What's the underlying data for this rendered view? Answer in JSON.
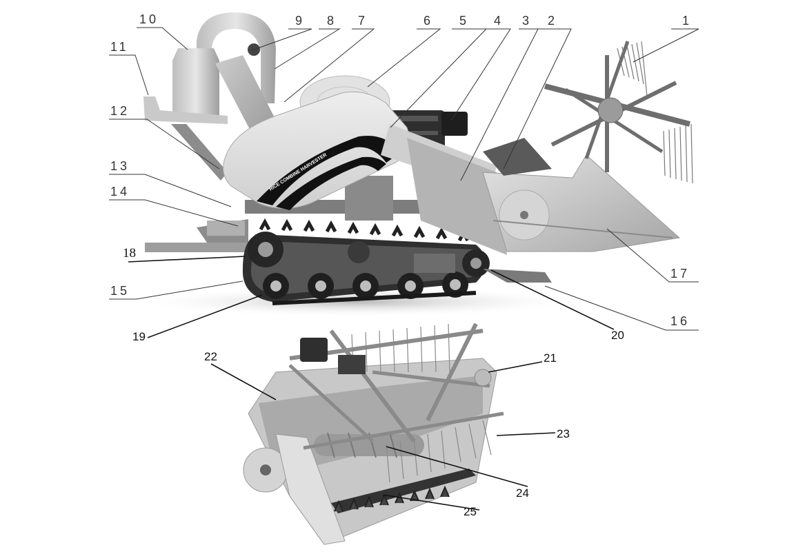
{
  "figure": {
    "banner_text": "RICE COMBINE HARVESTER",
    "callouts_upper": [
      "1",
      "2",
      "3",
      "4",
      "5",
      "6",
      "7",
      "8",
      "9",
      "10",
      "11",
      "12",
      "13",
      "14",
      "15",
      "16",
      "17"
    ],
    "callouts_lower": {
      "c18": "18",
      "c19": "19",
      "c20": "20",
      "c21": "21",
      "c22": "22",
      "c23": "23",
      "c24": "24",
      "c25": "25"
    }
  }
}
